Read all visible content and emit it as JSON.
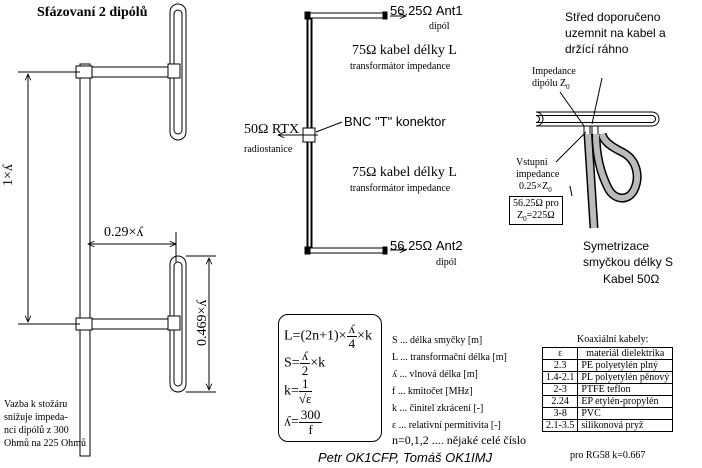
{
  "title": "Sfázovaní 2 dipólů",
  "mast": {
    "dist_label": "1×ʎ",
    "spacing_label": "0.29×ʎ",
    "dipole_len_label": "0.469×ʎ",
    "note": [
      "Vazba k stožáru",
      "snižuje impeda-",
      "nci dipólů z 300",
      "Ohmů na 225 Ohmů"
    ]
  },
  "harness": {
    "ant1": "56.25Ω Ant1",
    "ant1_sub": "dipól",
    "ant2": "56.25Ω Ant2",
    "ant2_sub": "dipól",
    "cable_top": "75Ω kabel délky L",
    "cable_top_sub": "transformátor impedance",
    "cable_bottom": "75Ω kabel délky L",
    "cable_bottom_sub": "transformátor impedance",
    "rtx": "50Ω RTX",
    "rtx_sub": "radiostanice",
    "tee": "BNC \"T\" konektor"
  },
  "balun": {
    "center_note": [
      "Střed doporučeno",
      "uzemnit na kabel a",
      "držící ráhno"
    ],
    "impedance_label": [
      "Impedance",
      "dipólu Z",
      "0"
    ],
    "input_label": [
      "Vstupní",
      "impedance",
      "0.25×Z",
      "0"
    ],
    "eq_line1": "56.25Ω pro",
    "eq_line2": "Z",
    "eq_line2_sub": "0",
    "eq_line2_tail": "=225Ω",
    "sym_note": [
      "Symetrizace",
      "smyčkou délky S",
      "Kabel 50Ω"
    ]
  },
  "formulas": {
    "f1_a": "L=(2n+1)×",
    "f1_num": "ʎ",
    "f1_den": "4",
    "f1_b": "×k",
    "f2_a": "S=",
    "f2_num": "ʎ",
    "f2_den": "2",
    "f2_b": "×k",
    "f3_a": "k=",
    "f3_num": "1",
    "f3_den": "√ε",
    "f4_a": "ʎ=",
    "f4_num": "300",
    "f4_den": "f"
  },
  "legend": [
    "S ... délka smyčky [m]",
    "L ... transformační délka [m]",
    "ʎ ... vlnová délka [m]",
    "f ... kmitočet [MHz]",
    "k ... činitel zkrácení [-]",
    "ε ... relativní permitivita [-]"
  ],
  "n_note": "n=0,1,2 .... nějaké celé číslo",
  "authors": "Petr OK1CFP, Tomáš OK1IMJ",
  "cables": {
    "caption": "Koaxiální kabely:",
    "col_eps": "ε",
    "col_mat": "materiál dielektrika",
    "rows": [
      {
        "eps": "2.3",
        "mat": "PE polyetylén plný"
      },
      {
        "eps": "1.4-2.1",
        "mat": "PL polyetylén pěnový"
      },
      {
        "eps": "2-3",
        "mat": "PTFE teflon"
      },
      {
        "eps": "2.24",
        "mat": "EP etylén-propylén"
      },
      {
        "eps": "3-8",
        "mat": "PVC"
      },
      {
        "eps": "2.1-3.5",
        "mat": "silikonová pryž"
      }
    ],
    "footer": "pro RG58 k=0.667"
  }
}
